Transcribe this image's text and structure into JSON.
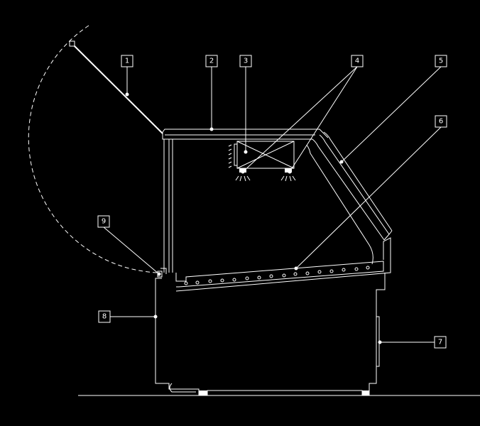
{
  "colors": {
    "background": "#000000",
    "line": "#ffffff"
  },
  "callouts": [
    {
      "id": "1",
      "label": "1"
    },
    {
      "id": "2",
      "label": "2"
    },
    {
      "id": "3",
      "label": "3"
    },
    {
      "id": "4",
      "label": "4"
    },
    {
      "id": "5",
      "label": "5"
    },
    {
      "id": "6",
      "label": "6"
    },
    {
      "id": "7",
      "label": "7"
    },
    {
      "id": "8",
      "label": "8"
    },
    {
      "id": "9",
      "label": "9"
    }
  ]
}
